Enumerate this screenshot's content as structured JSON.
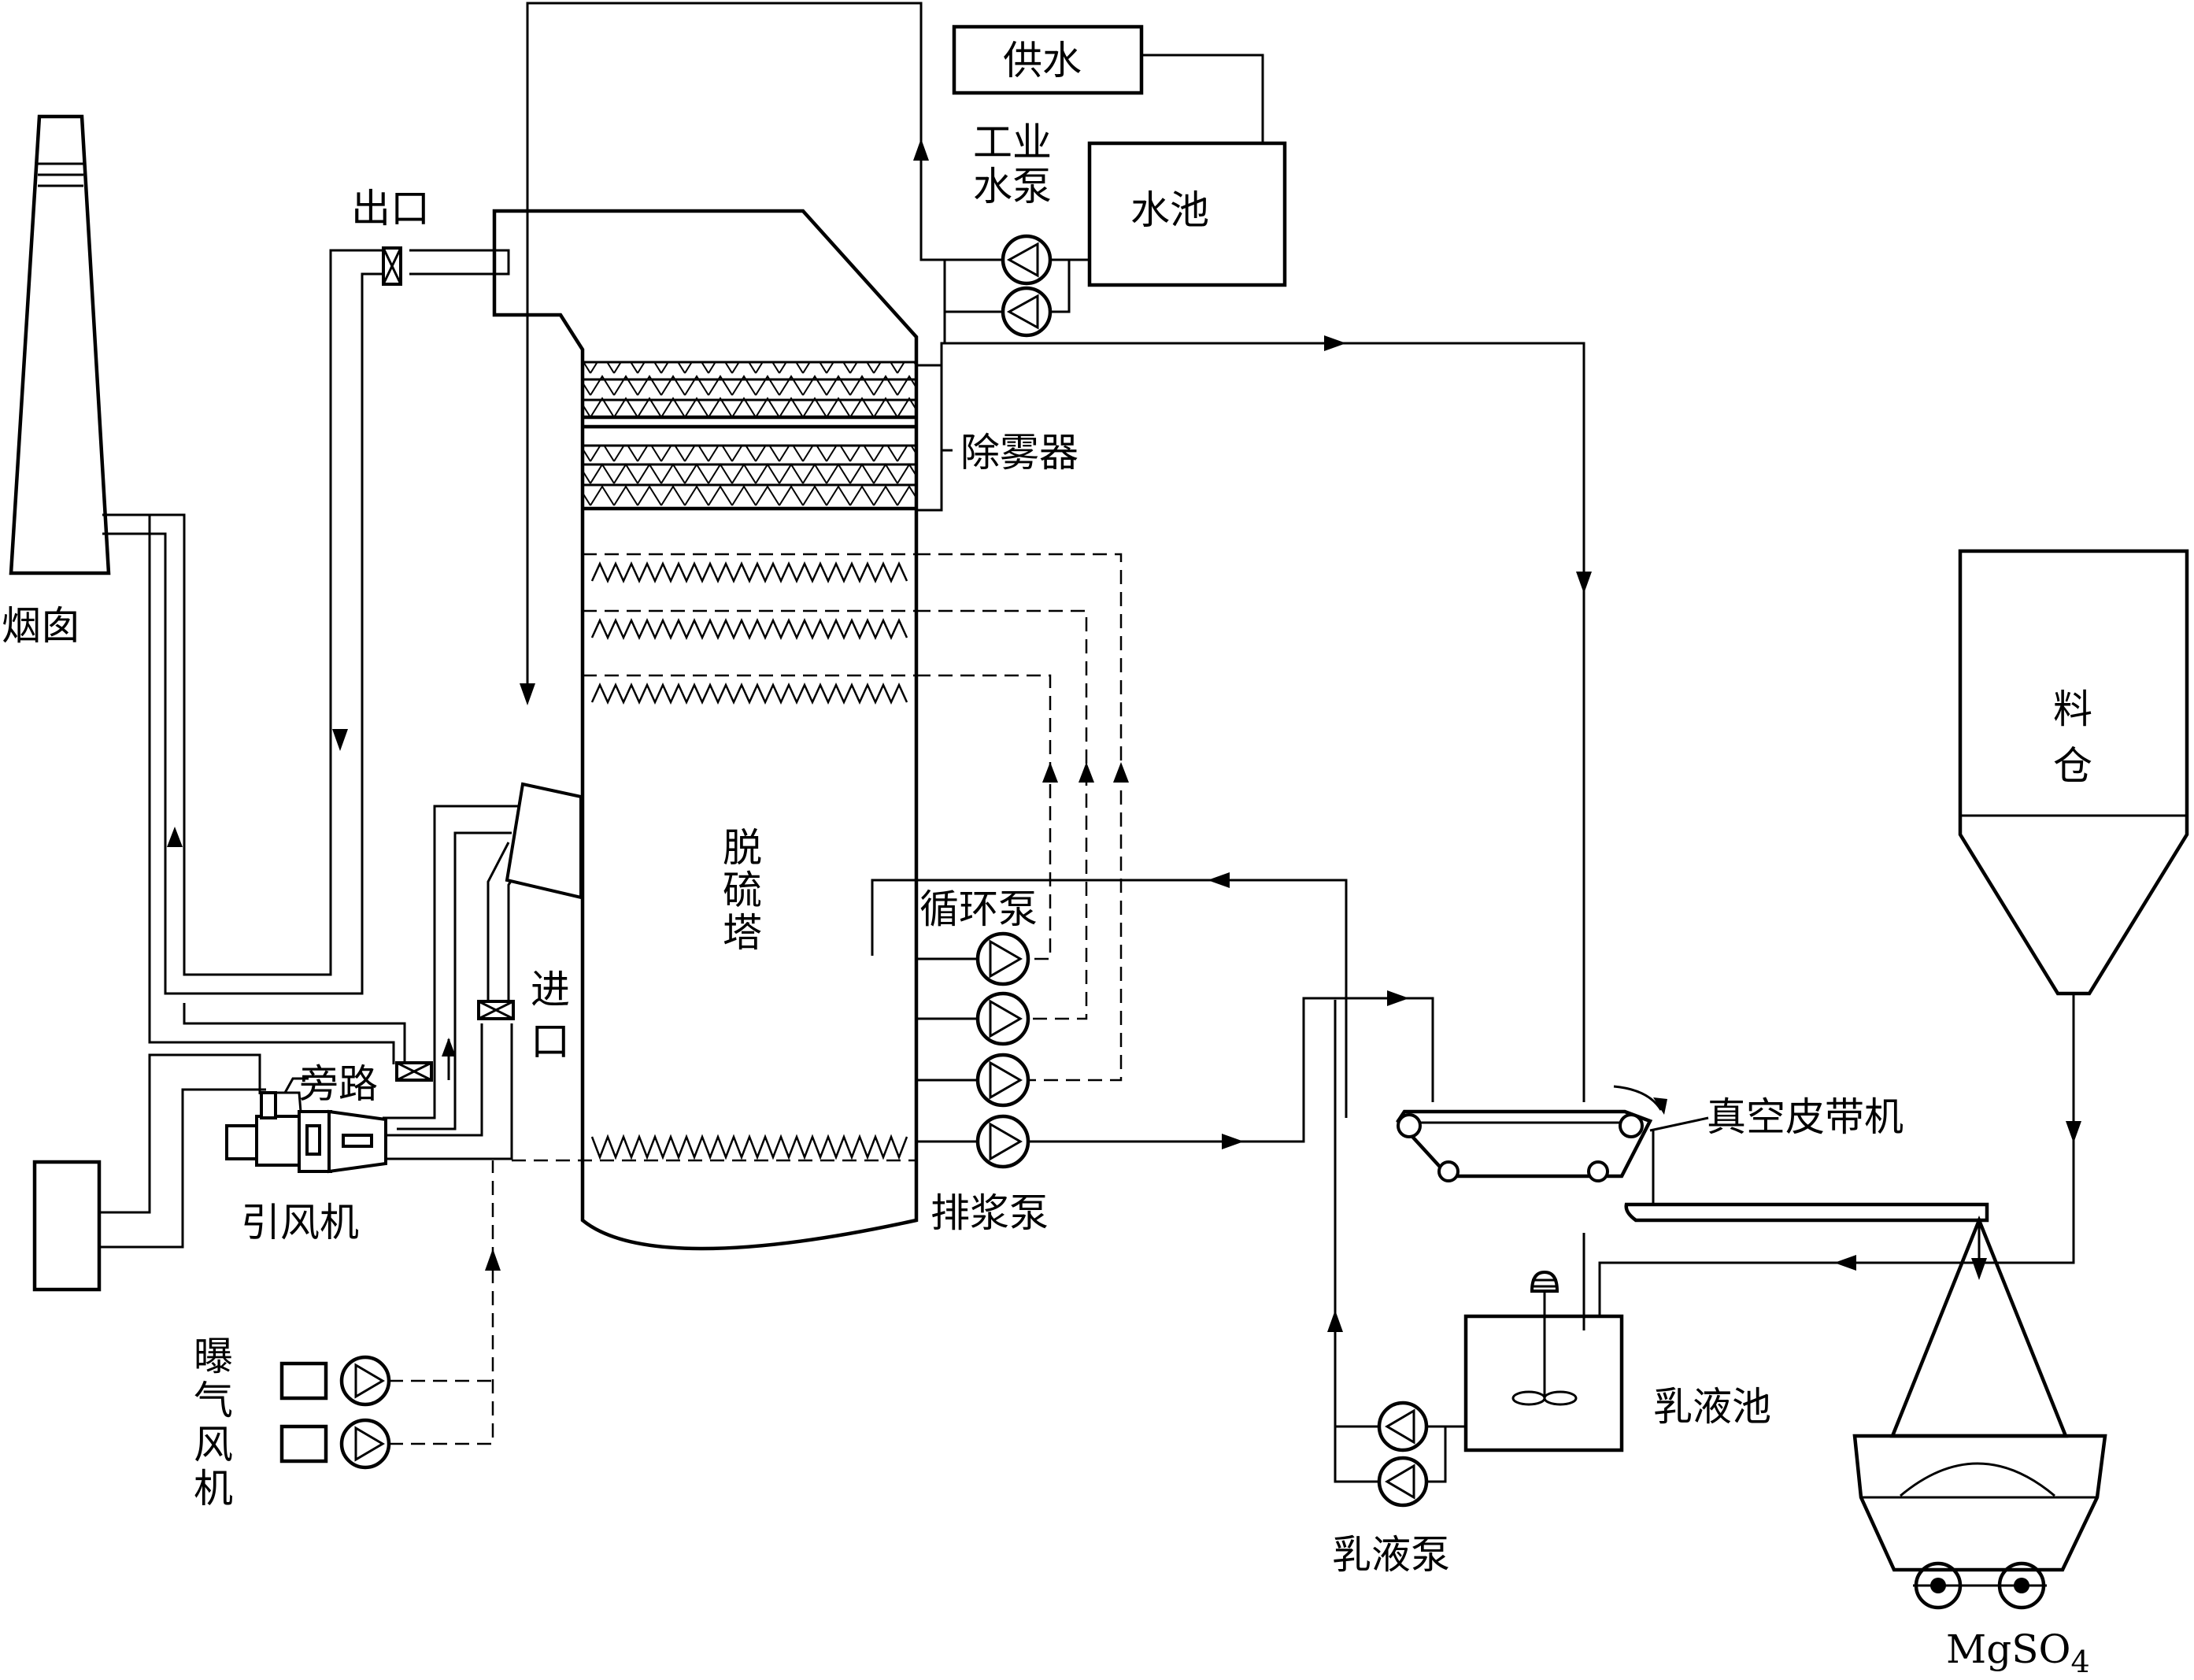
{
  "labels": {
    "chimney": "烟囱",
    "outlet": "出口",
    "water_supply": "供水",
    "industrial_water_pump": [
      "工业",
      "水泵"
    ],
    "water_tank": "水池",
    "demister": "除雾器",
    "desulfurization_tower": [
      "脱",
      "硫",
      "塔"
    ],
    "circulation_pump": "循环泵",
    "inlet": [
      "进",
      "口"
    ],
    "bypass": "旁路",
    "induced_draft_fan": "引风机",
    "slurry_discharge_pump": "排浆泵",
    "aeration_blower": [
      "曝",
      "气",
      "风",
      "机"
    ],
    "vacuum_belt_filter": "真空皮带机",
    "emulsion_tank": "乳液池",
    "emulsion_pump": "乳液泵",
    "silo": [
      "料",
      "仓"
    ],
    "product_main": "MgSO",
    "product_sub": "4"
  },
  "colors": {
    "line": "#000000",
    "background": "#ffffff"
  }
}
